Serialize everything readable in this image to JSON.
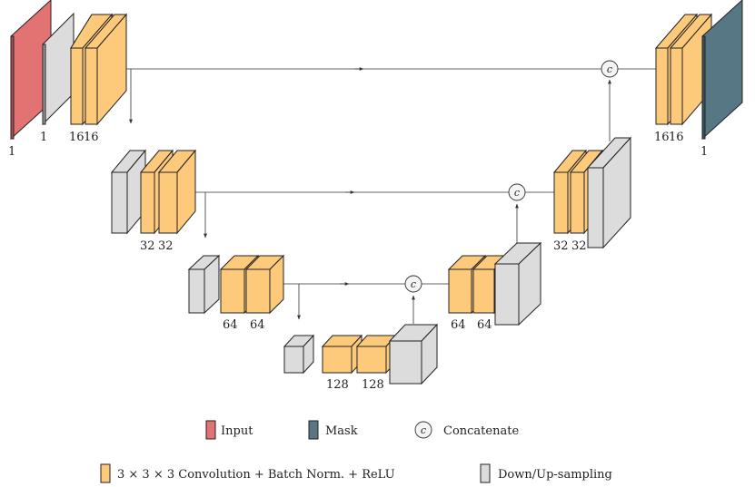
{
  "colors": {
    "input": "#e37373",
    "mask": "#587785",
    "conv": "#fdc97a",
    "sampling": "#dcdcdc"
  },
  "concat_symbol": "c",
  "labels": {
    "input_channels": "1",
    "down0_channels": "1",
    "enc1_conv_a": "16",
    "enc1_conv_b": "16",
    "enc2_conv_a": "32",
    "enc2_conv_b": "32",
    "enc3_conv_a": "64",
    "enc3_conv_b": "64",
    "bottleneck_conv_a": "128",
    "bottleneck_conv_b": "128",
    "dec3_conv_a": "64",
    "dec3_conv_b": "64",
    "dec2_conv_a": "32",
    "dec2_conv_b": "32",
    "dec1_conv_a": "16",
    "dec1_conv_b": "16",
    "output_channels": "1"
  },
  "legend": {
    "input": "Input",
    "mask": "Mask",
    "concatenate": "Concatenate",
    "conv": "3 × 3 × 3 Convolution + Batch Norm. + ReLU",
    "sampling": "Down/Up-sampling"
  }
}
